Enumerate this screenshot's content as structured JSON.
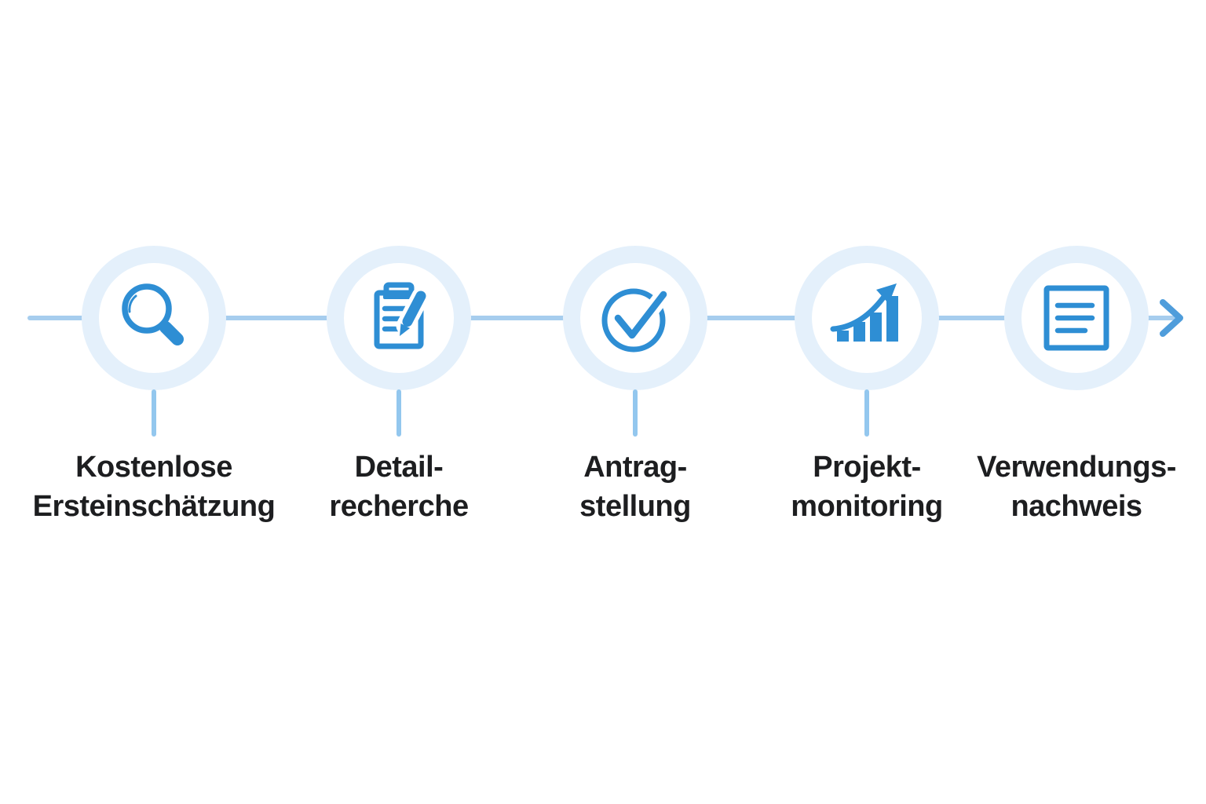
{
  "diagram_title": "funding process timeline",
  "colors": {
    "icon_blue": "#2e8ed4",
    "ring": "#e4f0fb",
    "connector": "#a6cdee",
    "stub": "#93c7ee",
    "arrowhead": "#4f9ddb",
    "text": "#1d1e20",
    "background": "#ffffff"
  },
  "arrow": {
    "icon": "arrow-right-icon",
    "direction": "right"
  },
  "steps": [
    {
      "index": 1,
      "icon": "magnifying-glass-icon",
      "label_line1": "Kostenlose",
      "label_line2": "Ersteinschätzung"
    },
    {
      "index": 2,
      "icon": "clipboard-pencil-icon",
      "label_line1": "Detail-",
      "label_line2": "recherche"
    },
    {
      "index": 3,
      "icon": "check-circle-icon",
      "label_line1": "Antrag-",
      "label_line2": "stellung"
    },
    {
      "index": 4,
      "icon": "bar-chart-growth-icon",
      "label_line1": "Projekt-",
      "label_line2": "monitoring"
    },
    {
      "index": 5,
      "icon": "document-lines-icon",
      "label_line1": "Verwendungs-",
      "label_line2": "nachweis"
    }
  ]
}
